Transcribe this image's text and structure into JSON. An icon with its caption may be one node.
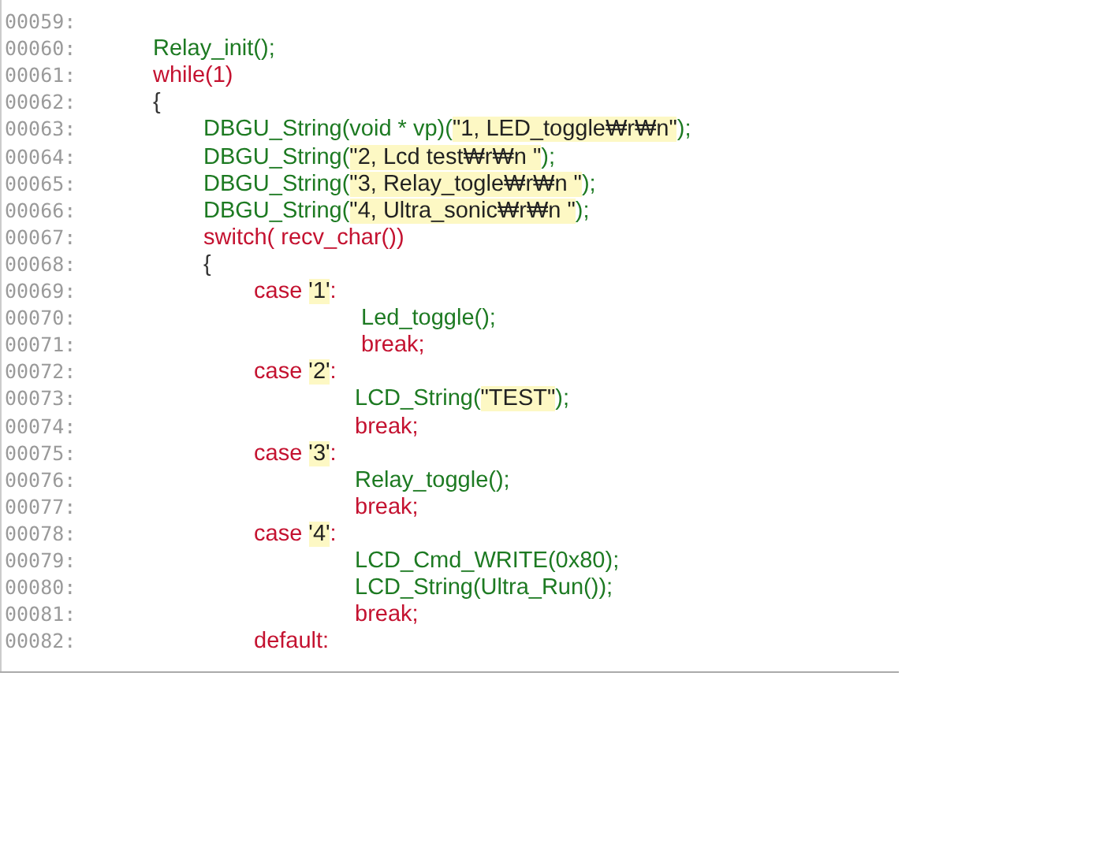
{
  "diagram": {
    "labels": [
      "00059:",
      "00060:",
      "Relay_init();",
      "00061:",
      "while(1)",
      "00062:",
      "{",
      "00063:",
      "DBGU_String(void * vp)(\"1, LED_toggle₩r₩n\");",
      "00064:",
      "DBGU_String(\"2, Lcd test₩r₩n \");",
      "00065:",
      "DBGU_String(\"3, Relay_togle₩r₩n \");",
      "00066:",
      "DBGU_String(\"4, Ultra_sonic₩r₩n \");",
      "00067:",
      "switch( recv_char())",
      "00068:",
      "{",
      "00069:",
      "case '1':",
      "00070:",
      "Led_toggle();",
      "00071:",
      "break;",
      "00072:",
      "case '2':",
      "00073:",
      "LCD_String(\"TEST\");",
      "00074:",
      "break;",
      "00075:",
      "case '3':",
      "00076:",
      "Relay_toggle();",
      "00077:",
      "break;",
      "00078:",
      "case '4':",
      "00079:",
      "LCD_Cmd_WRITE(0x80);",
      "00080:",
      "LCD_String(Ultra_Run());",
      "00081:",
      "break;",
      "00082:",
      "default:"
    ]
  }
}
